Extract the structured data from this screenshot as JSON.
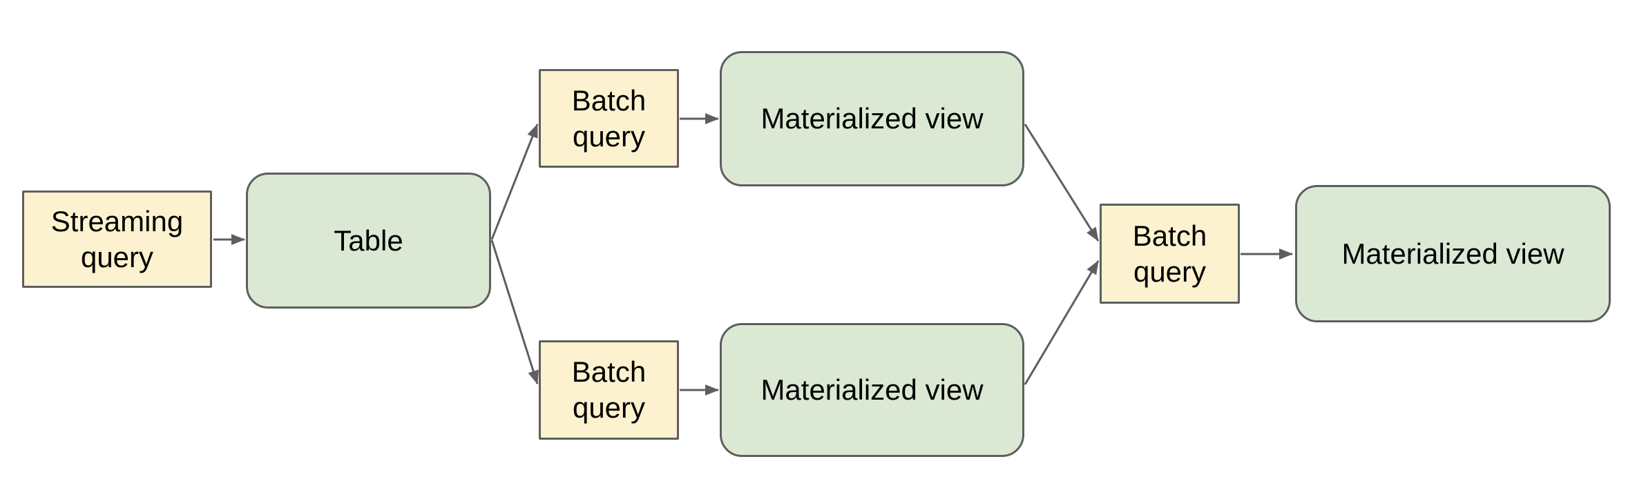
{
  "diagram": {
    "type": "flowchart",
    "direction": "left-to-right",
    "background": "#ffffff",
    "palette": {
      "query_node_fill": "#fdf2cf",
      "data_node_fill": "#dbe8d3",
      "node_border": "#5e5e5e",
      "connector": "#5e5e5e",
      "text": "#000000"
    },
    "nodes": [
      {
        "id": "streaming-query",
        "label": "Streaming query",
        "kind": "query",
        "shape": "rectangle"
      },
      {
        "id": "table",
        "label": "Table",
        "kind": "data",
        "shape": "rounded-rectangle"
      },
      {
        "id": "batch-query-top",
        "label": "Batch query",
        "kind": "query",
        "shape": "rectangle"
      },
      {
        "id": "materialized-view-top",
        "label": "Materialized view",
        "kind": "data",
        "shape": "rounded-rectangle"
      },
      {
        "id": "batch-query-bottom",
        "label": "Batch query",
        "kind": "query",
        "shape": "rectangle"
      },
      {
        "id": "materialized-view-bottom",
        "label": "Materialized view",
        "kind": "data",
        "shape": "rounded-rectangle"
      },
      {
        "id": "batch-query-final",
        "label": "Batch query",
        "kind": "query",
        "shape": "rectangle"
      },
      {
        "id": "materialized-view-final",
        "label": "Materialized view",
        "kind": "data",
        "shape": "rounded-rectangle"
      }
    ],
    "edges": [
      {
        "from": "streaming-query",
        "to": "table"
      },
      {
        "from": "table",
        "to": "batch-query-top"
      },
      {
        "from": "batch-query-top",
        "to": "materialized-view-top"
      },
      {
        "from": "table",
        "to": "batch-query-bottom"
      },
      {
        "from": "batch-query-bottom",
        "to": "materialized-view-bottom"
      },
      {
        "from": "materialized-view-top",
        "to": "batch-query-final"
      },
      {
        "from": "materialized-view-bottom",
        "to": "batch-query-final"
      },
      {
        "from": "batch-query-final",
        "to": "materialized-view-final"
      }
    ]
  }
}
